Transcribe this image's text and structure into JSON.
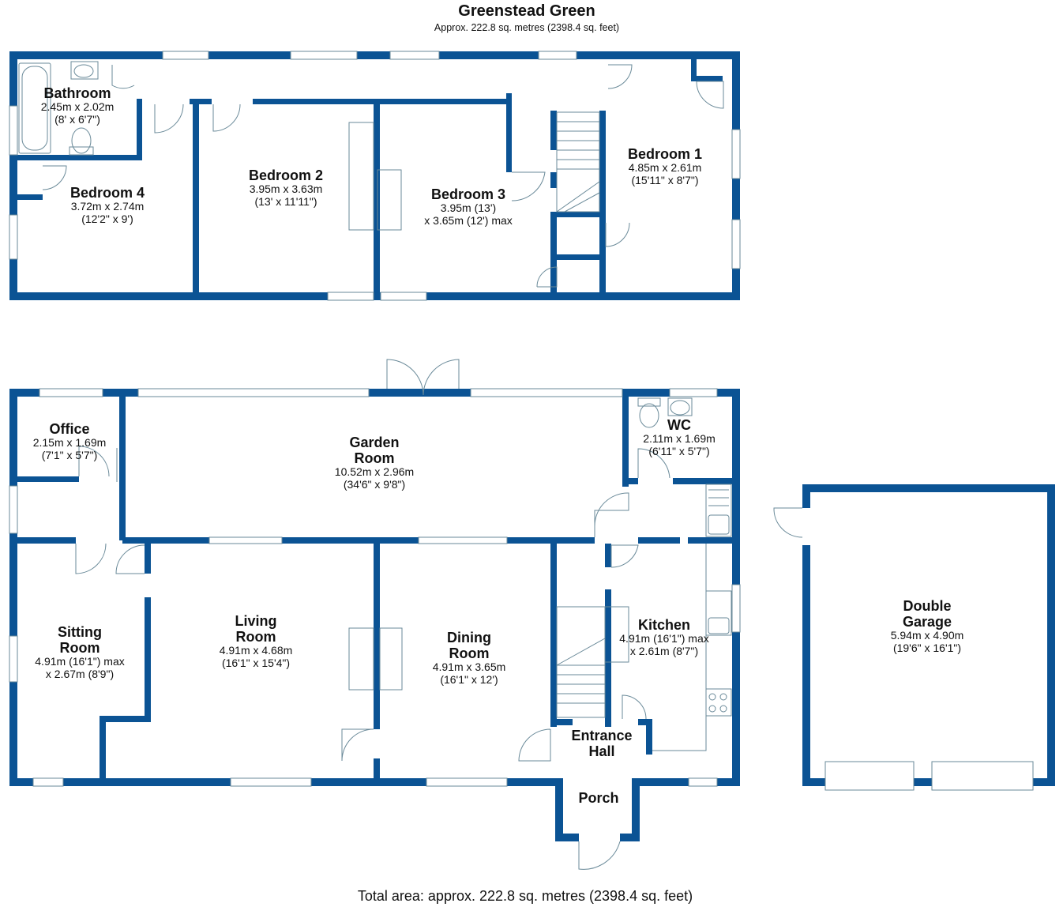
{
  "header": {
    "title": "Greenstead Green",
    "subtitle": "Approx. 222.8 sq. metres (2398.4 sq. feet)"
  },
  "footer": {
    "total_area": "Total area: approx. 222.8 sq. metres (2398.4 sq. feet)"
  },
  "colors": {
    "wall": "#0b5394",
    "fixture": "#6a8a99",
    "text": "#111111"
  },
  "rooms": {
    "bathroom": {
      "name": "Bathroom",
      "dims1": "2.45m x 2.02m",
      "dims2": "(8' x 6'7\")"
    },
    "bedroom2": {
      "name": "Bedroom 2",
      "dims1": "3.95m x 3.63m",
      "dims2": "(13' x 11'11\")"
    },
    "bedroom1": {
      "name": "Bedroom 1",
      "dims1": "4.85m x 2.61m",
      "dims2": "(15'11\" x 8'7\")"
    },
    "bedroom4": {
      "name": "Bedroom 4",
      "dims1": "3.72m x 2.74m",
      "dims2": "(12'2\" x 9')"
    },
    "bedroom3": {
      "name": "Bedroom 3",
      "dims1": "3.95m (13')",
      "dims2": "x 3.65m (12') max"
    },
    "office": {
      "name": "Office",
      "dims1": "2.15m x 1.69m",
      "dims2": "(7'1\" x 5'7\")"
    },
    "garden_room": {
      "name1": "Garden",
      "name2": "Room",
      "dims1": "10.52m x 2.96m",
      "dims2": "(34'6\" x 9'8\")"
    },
    "wc": {
      "name": "WC",
      "dims1": "2.11m x 1.69m",
      "dims2": "(6'11\" x 5'7\")"
    },
    "sitting_room": {
      "name1": "Sitting",
      "name2": "Room",
      "dims1": "4.91m (16'1\") max",
      "dims2": "x 2.67m (8'9\")"
    },
    "living_room": {
      "name1": "Living",
      "name2": "Room",
      "dims1": "4.91m x 4.68m",
      "dims2": "(16'1\" x 15'4\")"
    },
    "dining_room": {
      "name1": "Dining",
      "name2": "Room",
      "dims1": "4.91m x 3.65m",
      "dims2": "(16'1\" x 12')"
    },
    "kitchen": {
      "name": "Kitchen",
      "dims1": "4.91m (16'1\") max",
      "dims2": "x 2.61m (8'7\")"
    },
    "entrance_hall": {
      "name1": "Entrance",
      "name2": "Hall"
    },
    "porch": {
      "name": "Porch"
    },
    "double_garage": {
      "name1": "Double",
      "name2": "Garage",
      "dims1": "5.94m x 4.90m",
      "dims2": "(19'6\" x 16'1\")"
    }
  }
}
